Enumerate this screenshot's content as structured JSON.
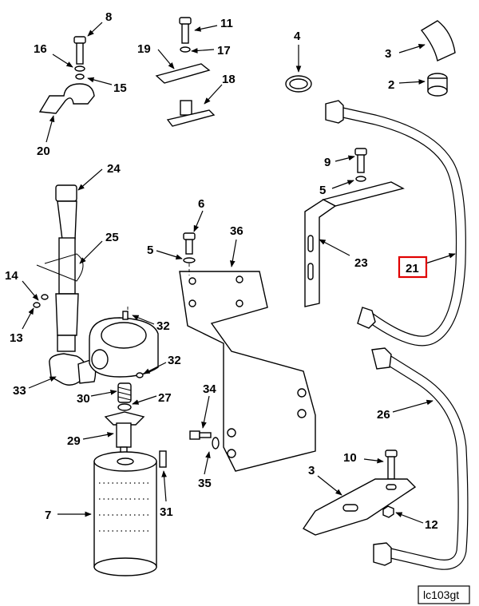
{
  "figure": {
    "id_label": "lc103gt",
    "highlighted_callout": "21"
  },
  "callouts": {
    "c1": "8",
    "c2": "16",
    "c3": "15",
    "c4": "20",
    "c5": "11",
    "c6": "19",
    "c7": "17",
    "c8": "18",
    "c9": "4",
    "c10": "3",
    "c11": "2",
    "c12": "9",
    "c13": "5",
    "c14": "23",
    "c15": "21",
    "c16": "24",
    "c17": "25",
    "c18": "14",
    "c19": "13",
    "c20": "33",
    "c21": "6",
    "c22": "5",
    "c23": "36",
    "c24": "32",
    "c25": "32",
    "c26": "30",
    "c27": "27",
    "c28": "29",
    "c29": "7",
    "c30": "31",
    "c31": "34",
    "c32": "35",
    "c33": "26",
    "c34": "10",
    "c35": "3",
    "c36": "12"
  },
  "colors": {
    "line": "#000000",
    "background": "#ffffff",
    "highlight": "#e00000"
  }
}
